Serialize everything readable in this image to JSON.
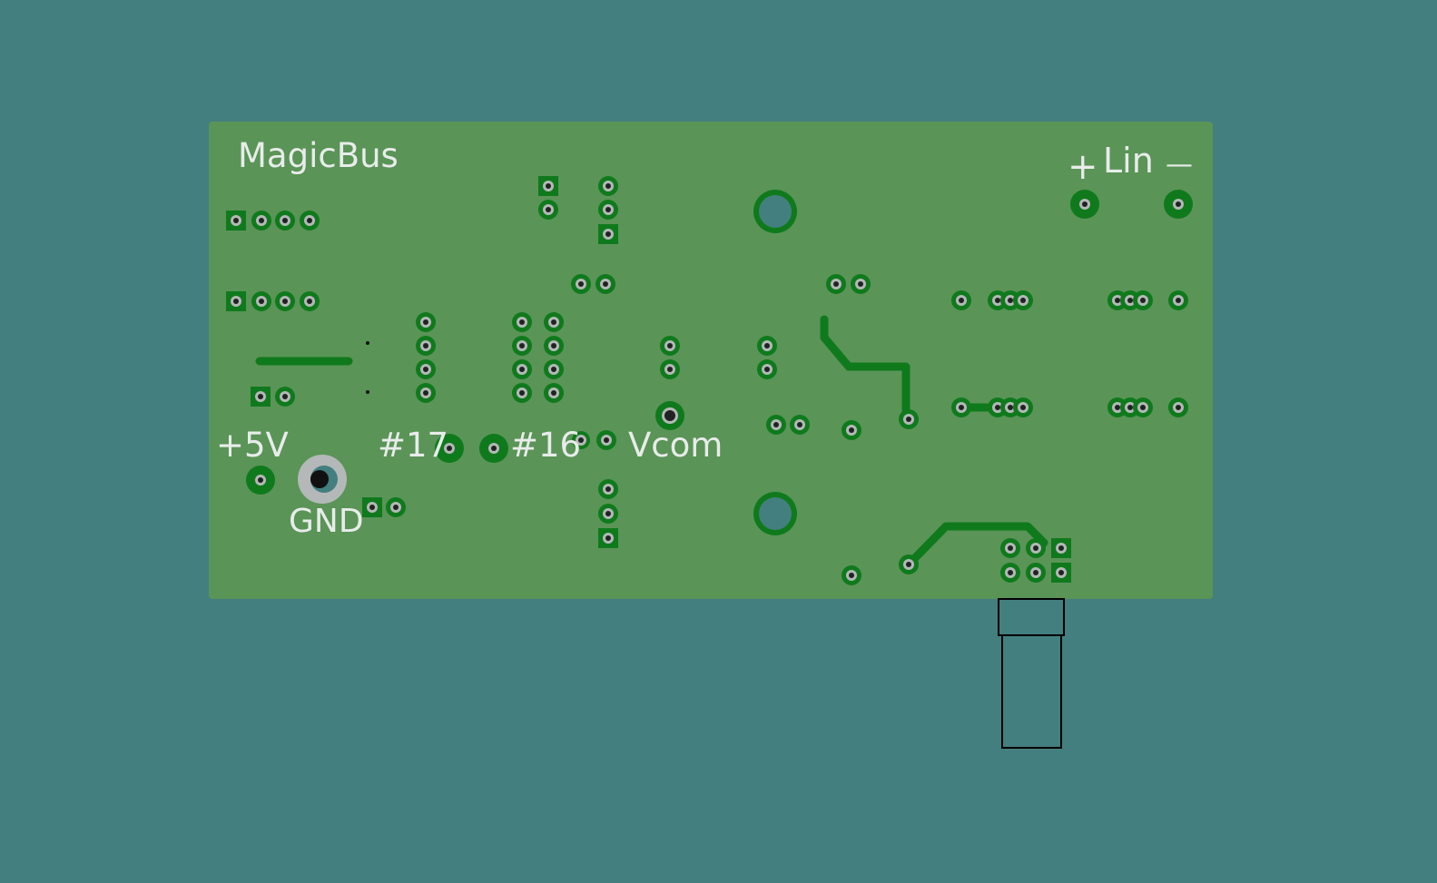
{
  "board": {
    "title": "MagicBus",
    "labels": {
      "plus": "+",
      "lin": "Lin",
      "minus": "—",
      "v5": "+5V",
      "gnd": "GND",
      "pin17": "#17",
      "pin16": "#16",
      "vcom": "Vcom"
    }
  },
  "colors": {
    "background": "#437f7f",
    "board": "#5a9457",
    "copper": "#0f7a1c",
    "drill": "#b4b8b8",
    "silk": "#e8ecea"
  }
}
